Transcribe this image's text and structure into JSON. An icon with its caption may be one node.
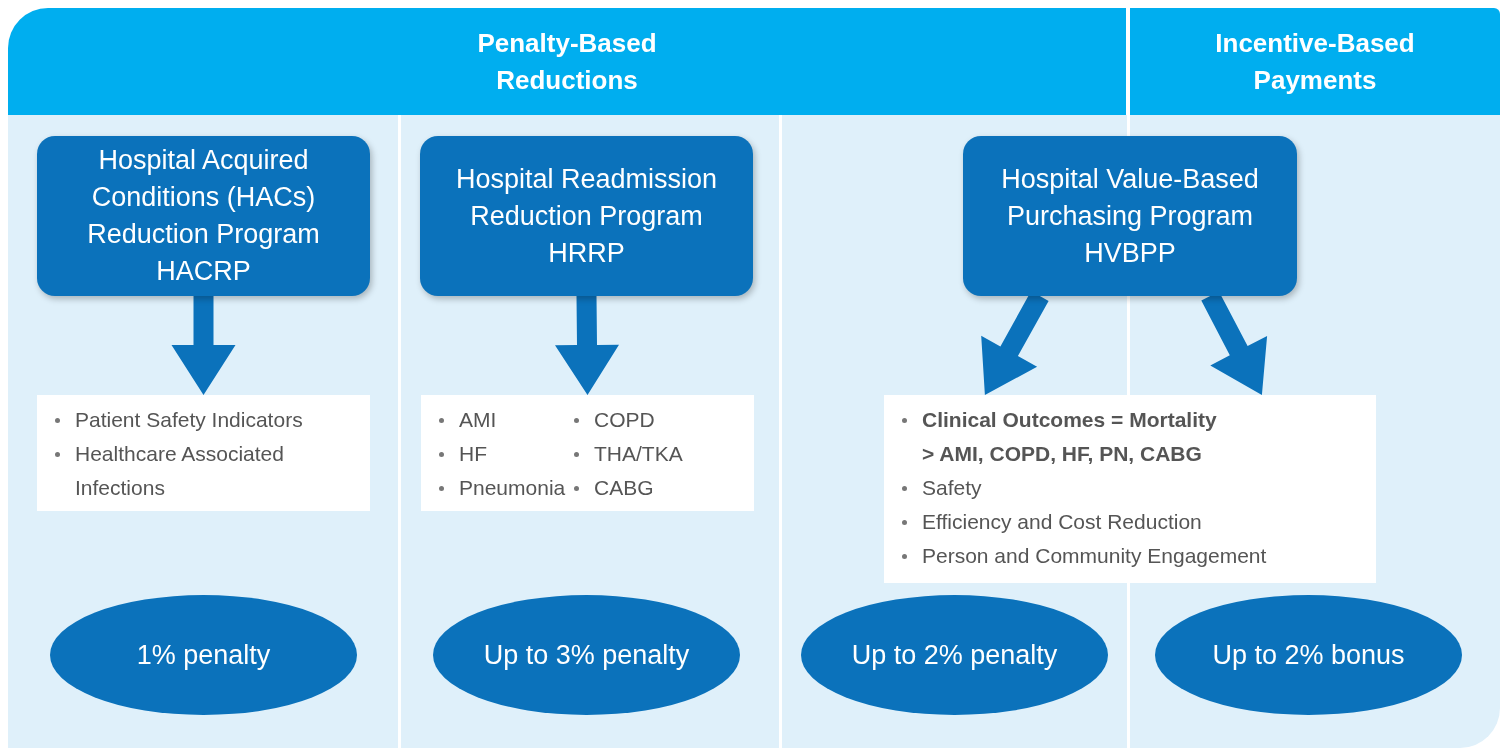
{
  "diagram": {
    "nodes": [
      {
        "text": [
          "Penalty-Based Reductions"
        ]
      },
      {
        "text": [
          "Incentive-Based Payments"
        ]
      },
      {
        "text": [
          "Hospital Acquired Conditions (HACs) Reduction Program HACRP"
        ]
      },
      {
        "text": [
          "Patient Safety Indicators",
          "Healthcare Associated Infections"
        ]
      },
      {
        "text": [
          "1% penalty"
        ]
      },
      {
        "text": [
          "Hospital Readmission Reduction Program HRRP"
        ]
      },
      {
        "text": [
          "AMI",
          "COPD",
          "HF",
          "THA/TKA",
          "Pneumonia",
          "CABG"
        ]
      },
      {
        "text": [
          "Up to 3% penalty"
        ]
      },
      {
        "text": [
          "Hospital Value-Based Purchasing Program HVBPP"
        ]
      },
      {
        "text": [
          "Clinical Outcomes = Mortality",
          "> AMI, COPD, HF, PN, CABG",
          "Safety",
          "Efficiency and Cost Reduction",
          "Person and Community Engagement"
        ]
      },
      {
        "text": [
          "Up to 2% penalty"
        ]
      },
      {
        "text": [
          "Up to 2% bonus"
        ]
      }
    ],
    "edges": [
      {
        "from": 2,
        "to": 3,
        "arrow": "to"
      },
      {
        "from": 5,
        "to": 6,
        "arrow": "to"
      },
      {
        "from": 8,
        "to": 9,
        "arrow": "to"
      },
      {
        "from": 8,
        "to": 9,
        "arrow": "to"
      }
    ]
  }
}
